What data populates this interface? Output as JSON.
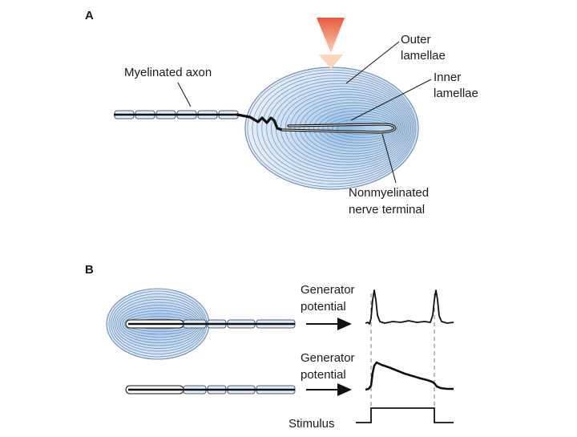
{
  "panel_a": {
    "letter": "A",
    "labels": {
      "myelinated_axon": "Myelinated axon",
      "outer_lamellae": [
        "Outer",
        "lamellae"
      ],
      "inner_lamellae": [
        "Inner",
        "lamellae"
      ],
      "nerve_terminal": [
        "Nonmyelinated",
        "nerve terminal"
      ]
    }
  },
  "panel_b": {
    "letter": "B",
    "generator_potential_top": [
      "Generator",
      "potential"
    ],
    "generator_potential_bottom": [
      "Generator",
      "potential"
    ],
    "stimulus_label": "Stimulus"
  },
  "colors": {
    "arrow_top": "#e8583a",
    "arrow_bottom": "#fbd2b8",
    "capsule_outer": "#dfeaf6",
    "capsule_inner": "#a9cbea",
    "lamella_line": "#6f8fb6",
    "axon": "#111111"
  },
  "icons": {
    "stimulus": "down-arrow-gradient",
    "output": "right-arrow"
  }
}
